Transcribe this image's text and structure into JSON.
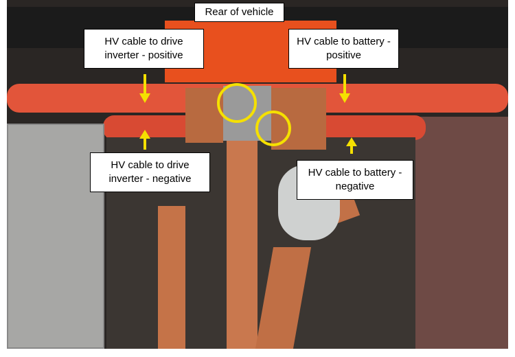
{
  "labels": {
    "rear": "Rear of vehicle",
    "inv_pos": "HV cable to drive inverter - positive",
    "bat_pos": "HV cable to battery - positive",
    "inv_neg": "HV cable to drive inverter - negative",
    "bat_neg": "HV cable to battery - negative"
  },
  "colors": {
    "cable": "#e2553a",
    "copper": "#c9784e",
    "annotation": "#f5e000"
  }
}
